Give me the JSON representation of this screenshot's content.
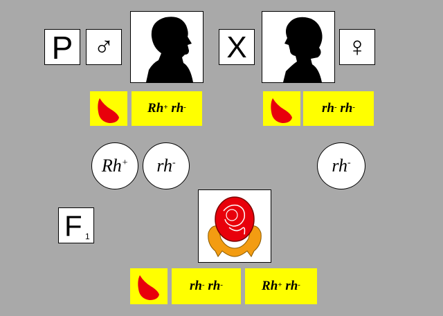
{
  "parents": {
    "generation_label": "P",
    "cross_label": "X",
    "male_symbol": "♂",
    "female_symbol": "♀",
    "father": {
      "allele1_base": "Rh",
      "allele1_sign": "+",
      "allele2_base": "rh",
      "allele2_sign": "-"
    },
    "mother": {
      "allele1_base": "rh",
      "allele1_sign": "-",
      "allele2_base": "rh",
      "allele2_sign": "-"
    }
  },
  "gametes": [
    {
      "base": "Rh",
      "sign": "+"
    },
    {
      "base": "rh",
      "sign": "-"
    },
    {
      "base": "rh",
      "sign": "-"
    }
  ],
  "offspring": {
    "generation_letter": "F",
    "generation_number": "1",
    "genotype1": {
      "allele1_base": "rh",
      "allele1_sign": "-",
      "allele2_base": "rh",
      "allele2_sign": "-"
    },
    "genotype2": {
      "allele1_base": "Rh",
      "allele1_sign": "+",
      "allele2_base": "rh",
      "allele2_sign": "-"
    }
  },
  "colors": {
    "background": "#a9a9a9",
    "highlight": "#ffff00",
    "blood": "#e8000b"
  },
  "icons": [
    "male-silhouette-icon",
    "female-silhouette-icon",
    "blood-drop-icon",
    "fetus-in-womb-icon"
  ]
}
